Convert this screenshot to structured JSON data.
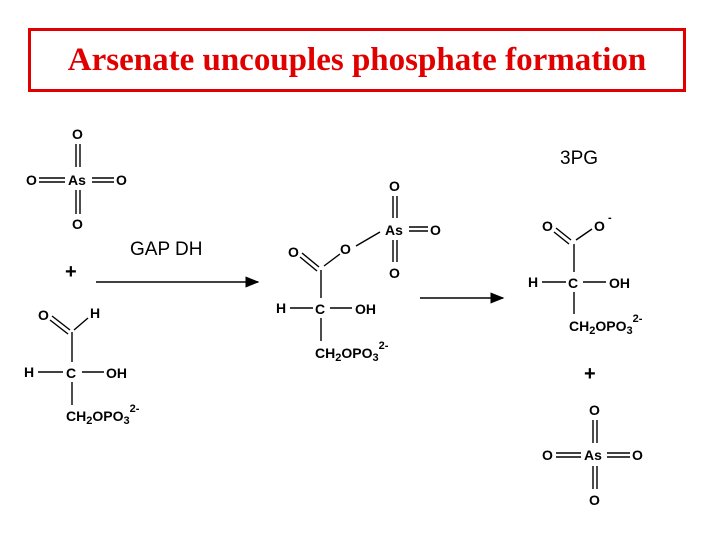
{
  "title": "Arsenate uncouples phosphate formation",
  "colors": {
    "title": "#e00000",
    "border": "#e00000",
    "ink": "#000000"
  },
  "enzyme_label": "GAP DH",
  "product_label": "3PG",
  "plus": "+",
  "atoms": {
    "O": "O",
    "As": "As",
    "H": "H",
    "C": "C",
    "OH": "OH",
    "charge_minus": "-",
    "charge_2minus": "2-",
    "ch2opo": "CH",
    "two": "2",
    "opo": "OPO",
    "three": "3"
  }
}
